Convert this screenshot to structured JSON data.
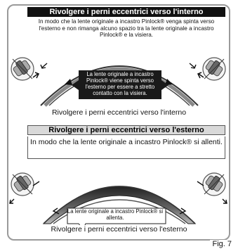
{
  "top": {
    "title": "Rivolgere i perni eccentrici verso l'interno",
    "description": "In modo che la lente originale a incastro Pinlock® venga spinta verso l'esterno e non rimanga alcuno spazio tra la lente originale a incastro Pinlock® e la visiera.",
    "callout": "La lente originale a incastro Pinlock® viene spinta verso l'esterno per essere a stretto contatto con la visiera.",
    "caption": "Rivolgere i perni eccentrici verso l'interno"
  },
  "bottom": {
    "title": "Rivolgere i perni eccentrici verso l'esterno",
    "description": "In modo che la lente originale a incastro Pinlock® si allenti.",
    "callout": "La lente originale a incastro Pinlock® si allenta.",
    "caption": "Rivolgere i perni eccentrici verso l'esterno"
  },
  "figure_label": "Fig. 7"
}
